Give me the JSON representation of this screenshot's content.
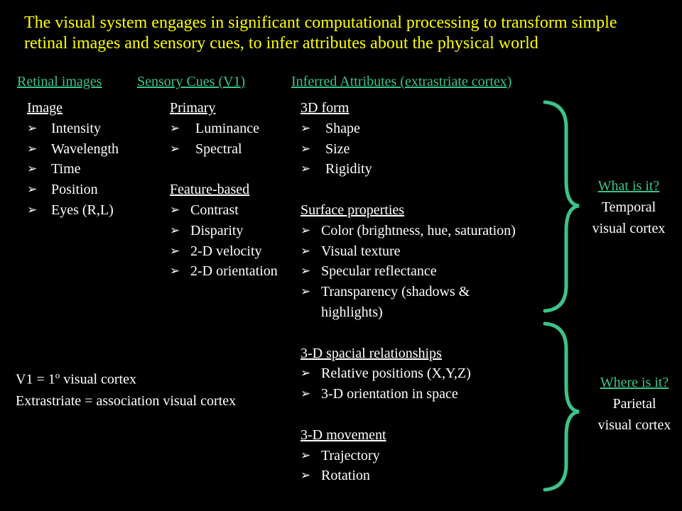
{
  "title": "The visual system engages in significant computational processing to transform simple retinal images and sensory cues, to infer attributes about the physical world",
  "headers": {
    "retinal": "Retinal images",
    "sensory": "Sensory Cues (V1)",
    "inferred": "Inferred Attributes (extrastriate cortex)"
  },
  "col1": {
    "heading": "Image",
    "items": [
      "Intensity",
      "Wavelength",
      "Time",
      "Position",
      "Eyes (R,L)"
    ]
  },
  "col2": {
    "group1": {
      "heading": "Primary",
      "items": [
        "Luminance",
        "Spectral"
      ]
    },
    "group2": {
      "heading": "Feature-based",
      "items": [
        "Contrast",
        "Disparity",
        "2-D velocity",
        "2-D orientation"
      ]
    }
  },
  "col3": {
    "group1": {
      "heading": "3D form",
      "items": [
        "Shape",
        "Size",
        "Rigidity"
      ]
    },
    "group2": {
      "heading": "Surface properties",
      "items": [
        "Color (brightness, hue, saturation)",
        "Visual texture",
        "Specular reflectance",
        "Transparency (shadows &",
        "highlights)"
      ]
    },
    "group3": {
      "heading": "3-D spacial relationships",
      "items": [
        "Relative positions (X,Y,Z)",
        "3-D orientation in space"
      ]
    },
    "group4": {
      "heading": "3-D movement",
      "items": [
        "Trajectory",
        "Rotation"
      ]
    }
  },
  "what": {
    "question": "What is it?",
    "line1": "Temporal",
    "line2": "visual cortex"
  },
  "where": {
    "question": "Where is it?",
    "line1": "Parietal",
    "line2": "visual cortex"
  },
  "notes": {
    "v1_prefix": "V1 = 1",
    "v1_degree": "o",
    "v1_suffix": " visual cortex",
    "extrastriate": "Extrastriate = association visual cortex"
  },
  "colors": {
    "background": "#000000",
    "title": "#ffff00",
    "accent": "#3cc38a",
    "text": "#ffffff"
  }
}
